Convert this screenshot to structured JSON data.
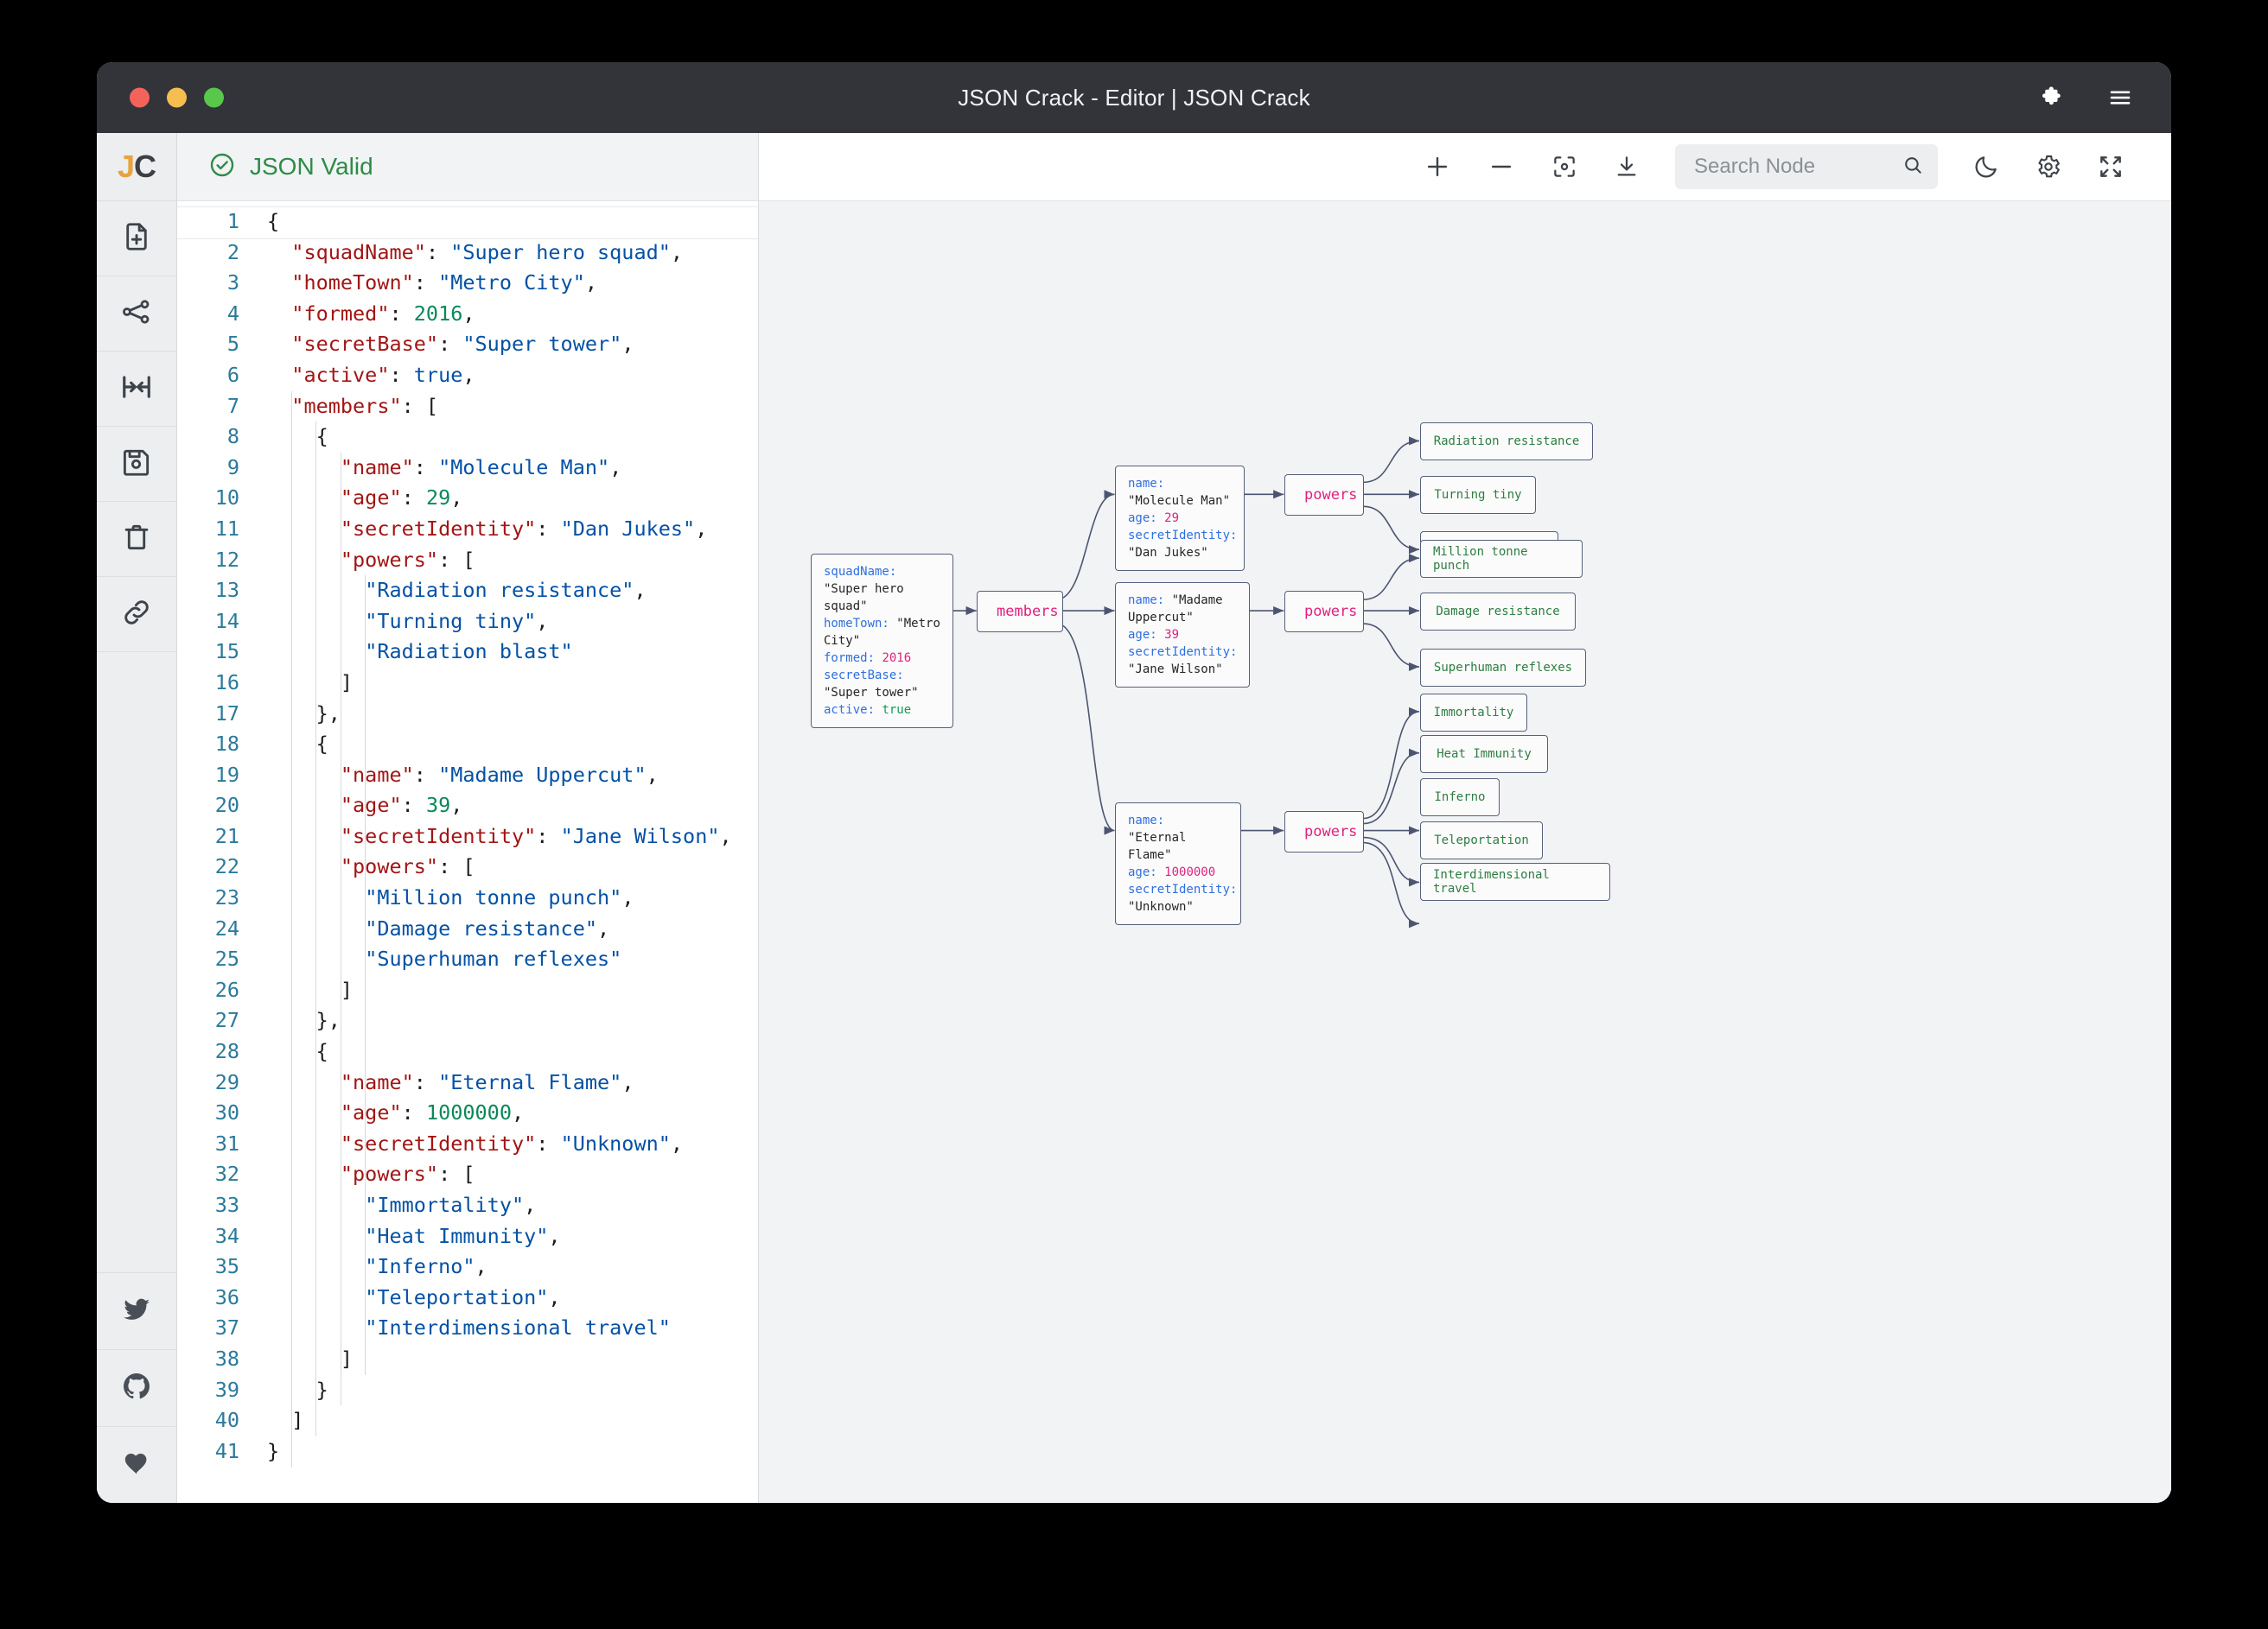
{
  "window": {
    "title": "JSON Crack - Editor | JSON Crack",
    "traffic": [
      "close",
      "minimize",
      "zoom"
    ],
    "right_icons": [
      "puzzle-icon",
      "hamburger-menu-icon"
    ]
  },
  "rail": {
    "logo": {
      "j": "J",
      "c": "C"
    },
    "items": [
      {
        "name": "new-document",
        "icon": "file-plus-icon"
      },
      {
        "name": "share-graph",
        "icon": "share-nodes-icon"
      },
      {
        "name": "collapse-nodes",
        "icon": "collapse-horizontal-icon"
      },
      {
        "name": "save-file",
        "icon": "floppy-disk-icon"
      },
      {
        "name": "delete-file",
        "icon": "trash-icon"
      },
      {
        "name": "copy-link",
        "icon": "link-icon"
      }
    ],
    "bottom_items": [
      {
        "name": "twitter",
        "icon": "twitter-bird-icon"
      },
      {
        "name": "github",
        "icon": "github-icon"
      },
      {
        "name": "sponsor",
        "icon": "heart-icon"
      }
    ]
  },
  "editor": {
    "status": "JSON Valid",
    "status_icon": "check-circle-icon",
    "status_color": "#2e8b46",
    "first_line": 1,
    "last_line": 41,
    "lines": [
      {
        "n": 1,
        "tokens": [
          {
            "t": "p",
            "v": "{"
          }
        ]
      },
      {
        "n": 2,
        "tokens": [
          {
            "t": "p",
            "v": "  "
          },
          {
            "t": "k",
            "v": "\"squadName\""
          },
          {
            "t": "p",
            "v": ": "
          },
          {
            "t": "s",
            "v": "\"Super hero squad\""
          },
          {
            "t": "p",
            "v": ","
          }
        ]
      },
      {
        "n": 3,
        "tokens": [
          {
            "t": "p",
            "v": "  "
          },
          {
            "t": "k",
            "v": "\"homeTown\""
          },
          {
            "t": "p",
            "v": ": "
          },
          {
            "t": "s",
            "v": "\"Metro City\""
          },
          {
            "t": "p",
            "v": ","
          }
        ]
      },
      {
        "n": 4,
        "tokens": [
          {
            "t": "p",
            "v": "  "
          },
          {
            "t": "k",
            "v": "\"formed\""
          },
          {
            "t": "p",
            "v": ": "
          },
          {
            "t": "n",
            "v": "2016"
          },
          {
            "t": "p",
            "v": ","
          }
        ]
      },
      {
        "n": 5,
        "tokens": [
          {
            "t": "p",
            "v": "  "
          },
          {
            "t": "k",
            "v": "\"secretBase\""
          },
          {
            "t": "p",
            "v": ": "
          },
          {
            "t": "s",
            "v": "\"Super tower\""
          },
          {
            "t": "p",
            "v": ","
          }
        ]
      },
      {
        "n": 6,
        "tokens": [
          {
            "t": "p",
            "v": "  "
          },
          {
            "t": "k",
            "v": "\"active\""
          },
          {
            "t": "p",
            "v": ": "
          },
          {
            "t": "b",
            "v": "true"
          },
          {
            "t": "p",
            "v": ","
          }
        ]
      },
      {
        "n": 7,
        "tokens": [
          {
            "t": "p",
            "v": "  "
          },
          {
            "t": "k",
            "v": "\"members\""
          },
          {
            "t": "p",
            "v": ": ["
          }
        ]
      },
      {
        "n": 8,
        "tokens": [
          {
            "t": "p",
            "v": "    {"
          }
        ]
      },
      {
        "n": 9,
        "tokens": [
          {
            "t": "p",
            "v": "      "
          },
          {
            "t": "k",
            "v": "\"name\""
          },
          {
            "t": "p",
            "v": ": "
          },
          {
            "t": "s",
            "v": "\"Molecule Man\""
          },
          {
            "t": "p",
            "v": ","
          }
        ]
      },
      {
        "n": 10,
        "tokens": [
          {
            "t": "p",
            "v": "      "
          },
          {
            "t": "k",
            "v": "\"age\""
          },
          {
            "t": "p",
            "v": ": "
          },
          {
            "t": "n",
            "v": "29"
          },
          {
            "t": "p",
            "v": ","
          }
        ]
      },
      {
        "n": 11,
        "tokens": [
          {
            "t": "p",
            "v": "      "
          },
          {
            "t": "k",
            "v": "\"secretIdentity\""
          },
          {
            "t": "p",
            "v": ": "
          },
          {
            "t": "s",
            "v": "\"Dan Jukes\""
          },
          {
            "t": "p",
            "v": ","
          }
        ]
      },
      {
        "n": 12,
        "tokens": [
          {
            "t": "p",
            "v": "      "
          },
          {
            "t": "k",
            "v": "\"powers\""
          },
          {
            "t": "p",
            "v": ": ["
          }
        ]
      },
      {
        "n": 13,
        "tokens": [
          {
            "t": "p",
            "v": "        "
          },
          {
            "t": "s",
            "v": "\"Radiation resistance\""
          },
          {
            "t": "p",
            "v": ","
          }
        ]
      },
      {
        "n": 14,
        "tokens": [
          {
            "t": "p",
            "v": "        "
          },
          {
            "t": "s",
            "v": "\"Turning tiny\""
          },
          {
            "t": "p",
            "v": ","
          }
        ]
      },
      {
        "n": 15,
        "tokens": [
          {
            "t": "p",
            "v": "        "
          },
          {
            "t": "s",
            "v": "\"Radiation blast\""
          }
        ]
      },
      {
        "n": 16,
        "tokens": [
          {
            "t": "p",
            "v": "      ]"
          }
        ]
      },
      {
        "n": 17,
        "tokens": [
          {
            "t": "p",
            "v": "    },"
          }
        ]
      },
      {
        "n": 18,
        "tokens": [
          {
            "t": "p",
            "v": "    {"
          }
        ]
      },
      {
        "n": 19,
        "tokens": [
          {
            "t": "p",
            "v": "      "
          },
          {
            "t": "k",
            "v": "\"name\""
          },
          {
            "t": "p",
            "v": ": "
          },
          {
            "t": "s",
            "v": "\"Madame Uppercut\""
          },
          {
            "t": "p",
            "v": ","
          }
        ]
      },
      {
        "n": 20,
        "tokens": [
          {
            "t": "p",
            "v": "      "
          },
          {
            "t": "k",
            "v": "\"age\""
          },
          {
            "t": "p",
            "v": ": "
          },
          {
            "t": "n",
            "v": "39"
          },
          {
            "t": "p",
            "v": ","
          }
        ]
      },
      {
        "n": 21,
        "tokens": [
          {
            "t": "p",
            "v": "      "
          },
          {
            "t": "k",
            "v": "\"secretIdentity\""
          },
          {
            "t": "p",
            "v": ": "
          },
          {
            "t": "s",
            "v": "\"Jane Wilson\""
          },
          {
            "t": "p",
            "v": ","
          }
        ]
      },
      {
        "n": 22,
        "tokens": [
          {
            "t": "p",
            "v": "      "
          },
          {
            "t": "k",
            "v": "\"powers\""
          },
          {
            "t": "p",
            "v": ": ["
          }
        ]
      },
      {
        "n": 23,
        "tokens": [
          {
            "t": "p",
            "v": "        "
          },
          {
            "t": "s",
            "v": "\"Million tonne punch\""
          },
          {
            "t": "p",
            "v": ","
          }
        ]
      },
      {
        "n": 24,
        "tokens": [
          {
            "t": "p",
            "v": "        "
          },
          {
            "t": "s",
            "v": "\"Damage resistance\""
          },
          {
            "t": "p",
            "v": ","
          }
        ]
      },
      {
        "n": 25,
        "tokens": [
          {
            "t": "p",
            "v": "        "
          },
          {
            "t": "s",
            "v": "\"Superhuman reflexes\""
          }
        ]
      },
      {
        "n": 26,
        "tokens": [
          {
            "t": "p",
            "v": "      ]"
          }
        ]
      },
      {
        "n": 27,
        "tokens": [
          {
            "t": "p",
            "v": "    },"
          }
        ]
      },
      {
        "n": 28,
        "tokens": [
          {
            "t": "p",
            "v": "    {"
          }
        ]
      },
      {
        "n": 29,
        "tokens": [
          {
            "t": "p",
            "v": "      "
          },
          {
            "t": "k",
            "v": "\"name\""
          },
          {
            "t": "p",
            "v": ": "
          },
          {
            "t": "s",
            "v": "\"Eternal Flame\""
          },
          {
            "t": "p",
            "v": ","
          }
        ]
      },
      {
        "n": 30,
        "tokens": [
          {
            "t": "p",
            "v": "      "
          },
          {
            "t": "k",
            "v": "\"age\""
          },
          {
            "t": "p",
            "v": ": "
          },
          {
            "t": "n",
            "v": "1000000"
          },
          {
            "t": "p",
            "v": ","
          }
        ]
      },
      {
        "n": 31,
        "tokens": [
          {
            "t": "p",
            "v": "      "
          },
          {
            "t": "k",
            "v": "\"secretIdentity\""
          },
          {
            "t": "p",
            "v": ": "
          },
          {
            "t": "s",
            "v": "\"Unknown\""
          },
          {
            "t": "p",
            "v": ","
          }
        ]
      },
      {
        "n": 32,
        "tokens": [
          {
            "t": "p",
            "v": "      "
          },
          {
            "t": "k",
            "v": "\"powers\""
          },
          {
            "t": "p",
            "v": ": ["
          }
        ]
      },
      {
        "n": 33,
        "tokens": [
          {
            "t": "p",
            "v": "        "
          },
          {
            "t": "s",
            "v": "\"Immortality\""
          },
          {
            "t": "p",
            "v": ","
          }
        ]
      },
      {
        "n": 34,
        "tokens": [
          {
            "t": "p",
            "v": "        "
          },
          {
            "t": "s",
            "v": "\"Heat Immunity\""
          },
          {
            "t": "p",
            "v": ","
          }
        ]
      },
      {
        "n": 35,
        "tokens": [
          {
            "t": "p",
            "v": "        "
          },
          {
            "t": "s",
            "v": "\"Inferno\""
          },
          {
            "t": "p",
            "v": ","
          }
        ]
      },
      {
        "n": 36,
        "tokens": [
          {
            "t": "p",
            "v": "        "
          },
          {
            "t": "s",
            "v": "\"Teleportation\""
          },
          {
            "t": "p",
            "v": ","
          }
        ]
      },
      {
        "n": 37,
        "tokens": [
          {
            "t": "p",
            "v": "        "
          },
          {
            "t": "s",
            "v": "\"Interdimensional travel\""
          }
        ]
      },
      {
        "n": 38,
        "tokens": [
          {
            "t": "p",
            "v": "      ]"
          }
        ]
      },
      {
        "n": 39,
        "tokens": [
          {
            "t": "p",
            "v": "    }"
          }
        ]
      },
      {
        "n": 40,
        "tokens": [
          {
            "t": "p",
            "v": "  ]"
          }
        ]
      },
      {
        "n": 41,
        "tokens": [
          {
            "t": "p",
            "v": "}"
          }
        ]
      }
    ]
  },
  "toolbar": {
    "zoom_in": "zoom-in-icon",
    "zoom_out": "zoom-out-icon",
    "center": "center-view-icon",
    "download": "download-icon",
    "search_placeholder": "Search Node",
    "search_value": "",
    "search_icon": "magnifier-icon",
    "dark_mode": "moon-icon",
    "settings": "gear-icon",
    "fullscreen": "fullscreen-icon"
  },
  "graph": {
    "root": {
      "label": "root-object-node",
      "rows": [
        {
          "key": "squadName",
          "value": "\"Super hero squad\"",
          "type": "string"
        },
        {
          "key": "homeTown",
          "value": "\"Metro City\"",
          "type": "string"
        },
        {
          "key": "formed",
          "value": "2016",
          "type": "number"
        },
        {
          "key": "secretBase",
          "value": "\"Super tower\"",
          "type": "string"
        },
        {
          "key": "active",
          "value": "true",
          "type": "boolean"
        }
      ]
    },
    "members_array": {
      "label": "members",
      "collapse_icon": "collapse-arrows-icon"
    },
    "members": [
      {
        "rows": [
          {
            "key": "name",
            "value": "\"Molecule Man\"",
            "type": "string"
          },
          {
            "key": "age",
            "value": "29",
            "type": "number"
          },
          {
            "key": "secretIdentity",
            "value": "\"Dan Jukes\"",
            "type": "string"
          }
        ],
        "powers_label": "powers",
        "powers": [
          "Radiation resistance",
          "Turning tiny",
          "Radiation blast"
        ]
      },
      {
        "rows": [
          {
            "key": "name",
            "value": "\"Madame Uppercut\"",
            "type": "string"
          },
          {
            "key": "age",
            "value": "39",
            "type": "number"
          },
          {
            "key": "secretIdentity",
            "value": "\"Jane Wilson\"",
            "type": "string"
          }
        ],
        "powers_label": "powers",
        "powers": [
          "Million tonne punch",
          "Damage resistance",
          "Superhuman reflexes"
        ]
      },
      {
        "rows": [
          {
            "key": "name",
            "value": "\"Eternal Flame\"",
            "type": "string"
          },
          {
            "key": "age",
            "value": "1000000",
            "type": "number"
          },
          {
            "key": "secretIdentity",
            "value": "\"Unknown\"",
            "type": "string"
          }
        ],
        "powers_label": "powers",
        "powers": [
          "Immortality",
          "Heat Immunity",
          "Inferno",
          "Teleportation",
          "Interdimensional travel"
        ]
      }
    ]
  },
  "colors": {
    "titlebar": "#32343a",
    "valid_green": "#2e8b46",
    "node_key": "#2f6fe0",
    "node_number": "#e0217d",
    "node_bool": "#0f9d58",
    "leaf_text": "#2e7d43",
    "array_label": "#e0217d",
    "node_border": "#56607a",
    "canvas_bg": "#f2f3f5",
    "editor_key": "#a31515",
    "editor_string": "#0451a5",
    "editor_number": "#09885a",
    "logo_orange": "#e8a33d"
  }
}
